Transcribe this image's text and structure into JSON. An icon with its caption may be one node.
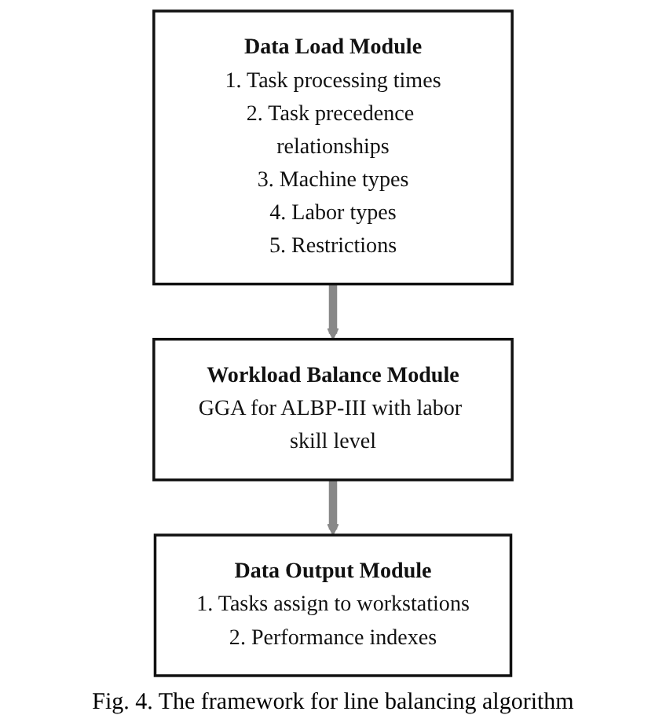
{
  "diagram": {
    "caption": "Fig. 4. The framework for line balancing algorithm",
    "nodes": [
      {
        "text": [
          "Data Load Module",
          "1. Task processing times",
          "2. Task precedence relationships",
          "3. Machine types",
          "4. Labor types",
          "5. Restrictions"
        ]
      },
      {
        "text": [
          "Workload Balance Module",
          "GGA for ALBP-III with labor skill level"
        ]
      },
      {
        "text": [
          "Data Output Module",
          "1. Tasks assign to workstations",
          "2. Performance indexes"
        ]
      }
    ],
    "edges": [
      {
        "from": 0,
        "to": 1,
        "arrow": "to"
      },
      {
        "from": 1,
        "to": 2,
        "arrow": "to"
      }
    ]
  }
}
